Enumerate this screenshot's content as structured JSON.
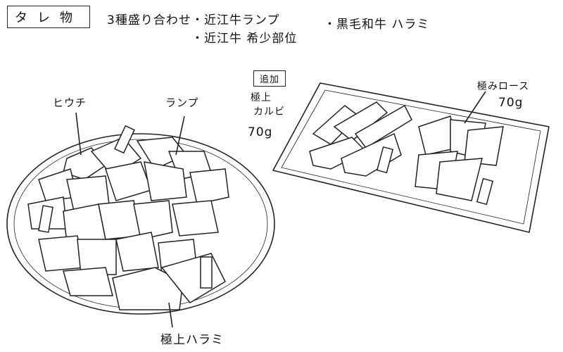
{
  "header": {
    "category": "タレ物",
    "set_title": "3種盛り合わせ",
    "items": [
      "・近江牛ランプ",
      "・近江牛 希少部位",
      "・黒毛和牛 ハラミ"
    ]
  },
  "round_plate": {
    "labels": [
      "ヒウチ",
      "ランプ",
      "極上ハラミ"
    ]
  },
  "extra_plate": {
    "tag": "追加",
    "items": [
      {
        "name_line1": "極上",
        "name_line2": "カルビ",
        "weight": "70g"
      },
      {
        "name": "極みロース",
        "weight": "70g"
      }
    ]
  }
}
